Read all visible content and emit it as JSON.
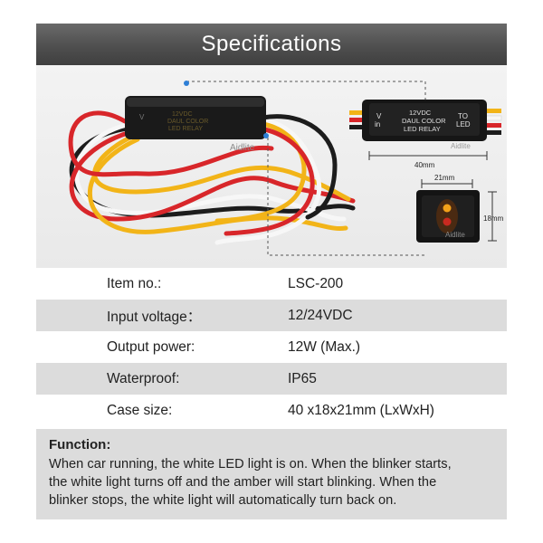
{
  "banner": {
    "title": "Specifications"
  },
  "photo": {
    "relay_text": [
      "12VDC",
      "DAUL COLOR",
      "LED RELAY"
    ],
    "relay_side_left": [
      "V",
      "in"
    ],
    "relay_side_right": [
      "TO",
      "LED"
    ],
    "brand": "Aidlite",
    "dim_length": "40mm",
    "dim_width": "21mm",
    "dim_height": "18mm"
  },
  "specs": [
    {
      "label": "Item no.:",
      "value": "LSC-200"
    },
    {
      "label": "Input voltage：",
      "value": "12/24VDC"
    },
    {
      "label": "Output power:",
      "value": "12W (Max.)"
    },
    {
      "label": "Waterproof:",
      "value": "IP65"
    },
    {
      "label": "Case size:",
      "value": "40 x18x21mm (LxWxH)"
    }
  ],
  "function": {
    "heading": "Function:",
    "lines": [
      "When car running, the white LED light is on. When the blinker starts,",
      "the white light turns off and the amber will start blinking. When the",
      "blinker stops, the white light will automatically turn back on."
    ]
  },
  "colors": {
    "banner": "#555555",
    "row_shade": "#dcdcdc",
    "wire_red": "#d8262a",
    "wire_yellow": "#f2b418",
    "wire_white": "#f7f7f7",
    "wire_black": "#1c1c1c",
    "dim_line": "#333333",
    "dashed_callout": "#555555"
  }
}
